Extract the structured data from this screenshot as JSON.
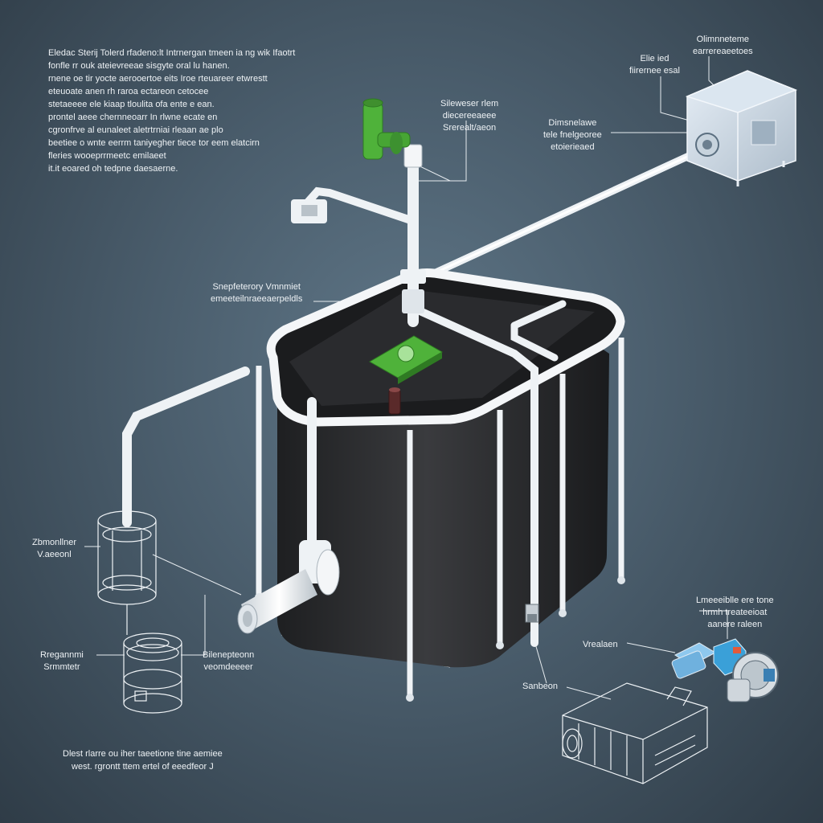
{
  "intro": {
    "lines": [
      "Eledac Sterij Tolerd rfadeno:lt Intrnergan tmeen ia ng wik Ifaotrt",
      "fonfle rr ouk ateievreeae sisgyte oral lu hanen.",
      "rnene oe tir yocte aerooertoe eits Iroe rteuareer etwrestt",
      "eteuoate anen rh raroa ectareon cetocee",
      "stetaeeee ele kiaap tloulita ofa ente e ean.",
      "prontel aeee chernneoarr In rlwne ecate en",
      "cgronfrve al eunaleet aletrtrniai rleaan ae plo",
      "beetiee o wnte eerrm taniyegher tiece tor eem elatcirn",
      "fleries wooeprrmeetc emilaeet",
      "it.it eoared oh tedpne daesaerne."
    ]
  },
  "labels": {
    "top_right_a": [
      "Olimnneteme",
      "earrereaeetoes"
    ],
    "top_right_b": [
      "Elie ied",
      "fiirernee esal"
    ],
    "dimensions": [
      "Dimsnelawe",
      "tele fnelgeoree",
      "etoierieaed"
    ],
    "top_center": [
      "Sileweser rlem",
      "diecereeaeee",
      "Srerealt/aeon"
    ],
    "mid_left": [
      "Snepfeterory Vmnmiet",
      "emeeteilnraeeaerpeldls"
    ],
    "left_a": [
      "Zbmonllner",
      "V.aeeonl"
    ],
    "left_b": [
      "Rregannmi",
      "Srmmtetr"
    ],
    "left_c": [
      "Bilenepteonn",
      "veomdeeeer"
    ],
    "right_a": [
      "Lmeeeiblle ere tone",
      "hrmh treateeioat",
      "aanere raleen"
    ],
    "right_b": [
      "Vrealaen"
    ],
    "right_c": [
      "Sanbeon"
    ]
  },
  "footer": {
    "lines": [
      "Dlest rlarre ou iher taeetione tine aemiee",
      "west. rgrontt ttem ertel of eeedfeor J"
    ]
  },
  "colors": {
    "background": "#4a5d6c",
    "pipe": "#eef2f5",
    "tank": "#2e2f31",
    "accent_green": "#4fb23a",
    "accent_blue": "#3aa0d8",
    "wire": "#e6ebef"
  }
}
